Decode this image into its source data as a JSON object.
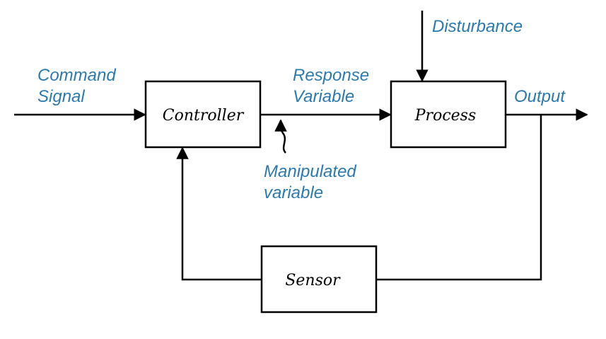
{
  "colors": {
    "label": "#2a7ab0",
    "line": "#000000"
  },
  "blocks": {
    "controller": "Controller",
    "process": "Process",
    "sensor": "Sensor"
  },
  "signals": {
    "command_line1": "Command",
    "command_line2": "Signal",
    "response_line1": "Response",
    "response_line2": "Variable",
    "disturbance": "Disturbance",
    "output": "Output",
    "manipulated_line1": "Manipulated",
    "manipulated_line2": "variable"
  }
}
